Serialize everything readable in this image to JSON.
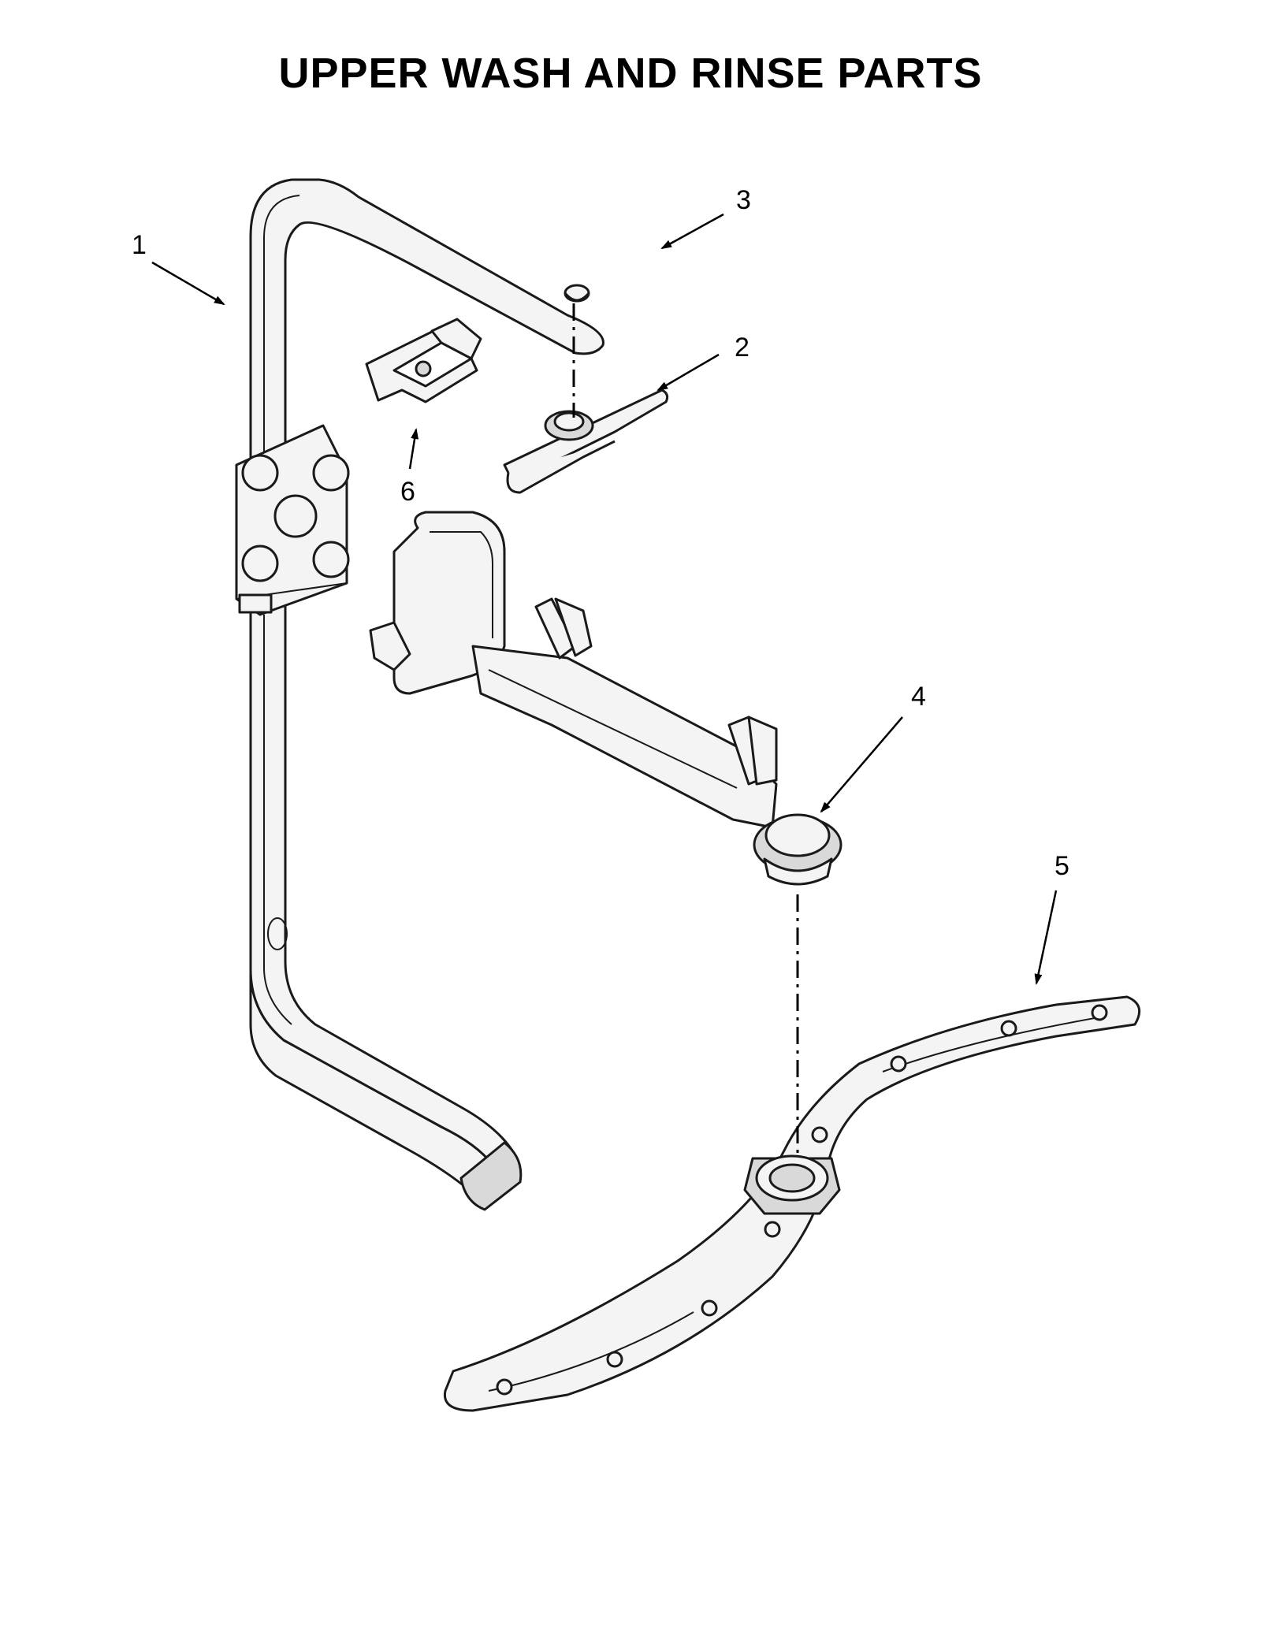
{
  "title": "UPPER WASH AND RINSE PARTS",
  "callouts": {
    "c1": "1",
    "c2": "2",
    "c3": "3",
    "c4": "4",
    "c5": "5",
    "c6": "6"
  },
  "colors": {
    "line": "#1a1a1a",
    "part_fill": "#f4f4f4",
    "part_shade": "#d9d9d9"
  }
}
